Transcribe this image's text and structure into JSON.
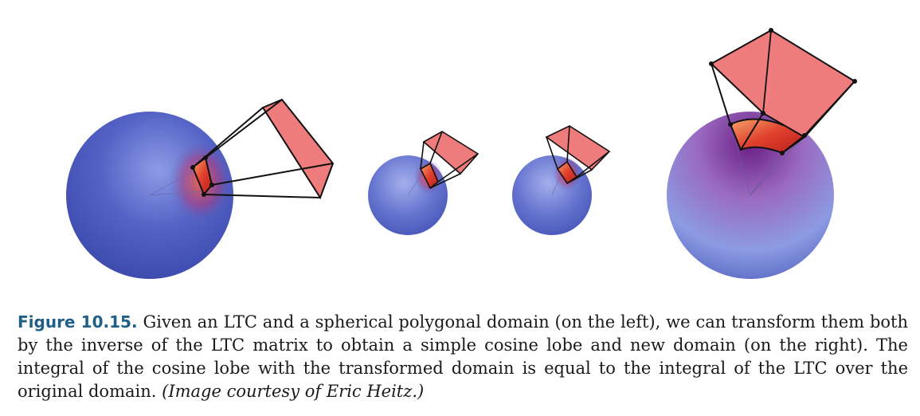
{
  "figure": {
    "label": "Figure 10.15.",
    "caption_text": "Given an LTC and a spherical polygonal domain (on the left), we can transform them both by the inverse of the LTC matrix to obtain a simple cosine lobe and new domain (on the right). The integral of the cosine lobe with the transformed domain is equal to the integral of the LTC over the original domain.",
    "credit": "(Image courtesy of Eric Heitz.)",
    "panels": [
      {
        "name": "ltc-sphere-original",
        "description_color": "#4a56b8"
      },
      {
        "name": "ltc-sphere-step-1",
        "description_color": "#4a56b8"
      },
      {
        "name": "ltc-sphere-step-2",
        "description_color": "#4a56b8"
      },
      {
        "name": "cosine-lobe-transformed",
        "description_color": "#7a4aa0"
      }
    ],
    "colors": {
      "sphere_blue": "#3f4fb5",
      "sphere_light": "#9aa8e8",
      "polygon_fill": "#ef7c7c",
      "patch_red": "#d8332a",
      "edge": "#111111"
    }
  }
}
